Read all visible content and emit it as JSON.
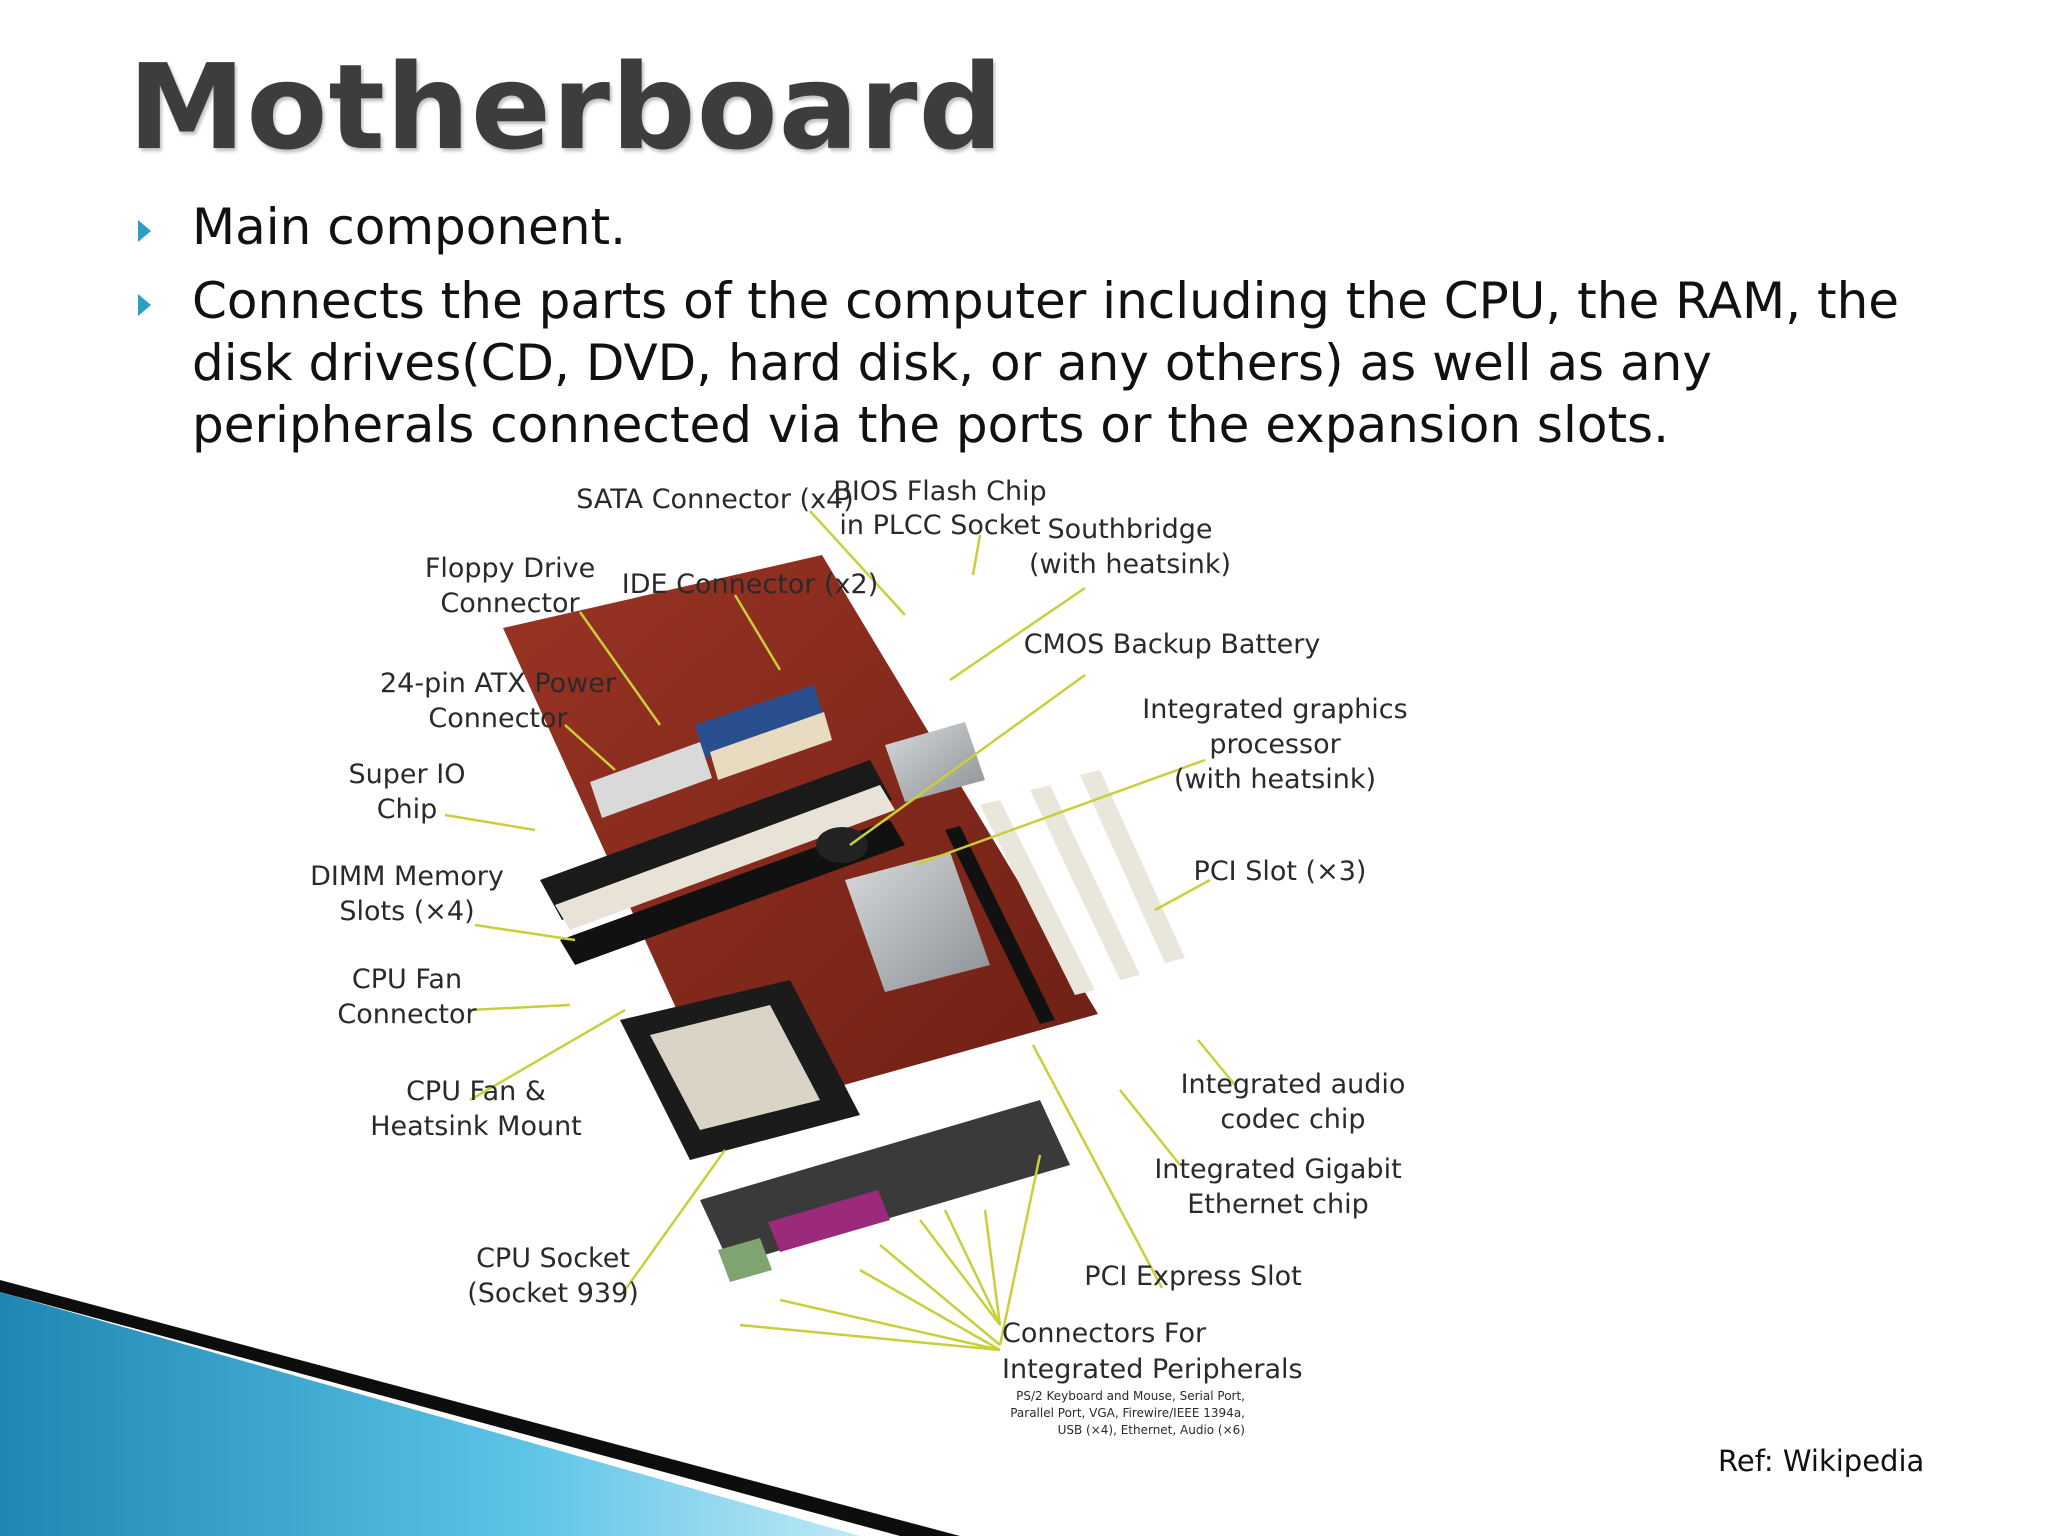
{
  "slide": {
    "title": "Motherboard",
    "bullets": [
      {
        "text": "Main component."
      },
      {
        "text": "Connects the parts of the computer including the CPU, the RAM, the disk drives(CD, DVD, hard disk, or any others) as well as any peripherals connected via the ports or the expansion slots."
      }
    ],
    "reference": "Ref: Wikipedia"
  },
  "diagram": {
    "labels": {
      "sata_1": "SATA Connector (x4)",
      "bios_1": "BIOS Flash Chip",
      "bios_2": "in PLCC Socket",
      "southbridge_1": "Southbridge",
      "southbridge_2": "(with heatsink)",
      "floppy_1": "Floppy Drive",
      "floppy_2": "Connector",
      "ide_1": "IDE Connector (x2)",
      "cmos_1": "CMOS Backup Battery",
      "atx_1": "24-pin ATX Power",
      "atx_2": "Connector",
      "igp_1": "Integrated graphics",
      "igp_2": "processor",
      "igp_3": "(with heatsink)",
      "superio_1": "Super IO",
      "superio_2": "Chip",
      "pci_1": "PCI Slot (×3)",
      "dimm_1": "DIMM Memory",
      "dimm_2": "Slots (×4)",
      "cpufan_1": "CPU Fan",
      "cpufan_2": "Connector",
      "heatsink_1": "CPU Fan &",
      "heatsink_2": "Heatsink Mount",
      "audio_1": "Integrated audio",
      "audio_2": "codec chip",
      "ethernet_1": "Integrated Gigabit",
      "ethernet_2": "Ethernet chip",
      "socket_1": "CPU Socket",
      "socket_2": "(Socket 939)",
      "pcie_1": "PCI Express Slot",
      "ports_1": "Connectors For",
      "ports_2": "Integrated Peripherals",
      "ports_3": "PS/2 Keyboard and Mouse, Serial Port,",
      "ports_4": "Parallel Port, VGA, Firewire/IEEE 1394a,",
      "ports_5": "USB (×4), Ethernet, Audio (×6)"
    }
  },
  "colors": {
    "title": "#3d3d3d",
    "bullet_arrow": "#2e9fc4",
    "leader_line": "#c8cf3a",
    "board": "#8a2a1c",
    "deco_blue": "#2aa6d2",
    "deco_dark": "#0d0d0d"
  }
}
